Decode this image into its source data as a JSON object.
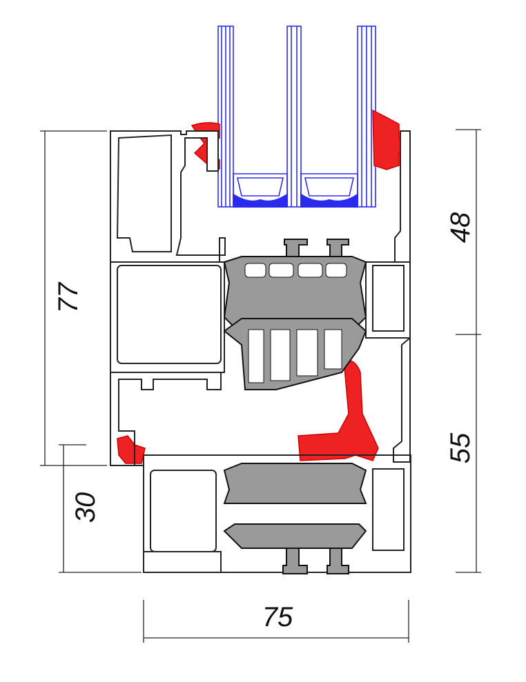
{
  "dimensions": {
    "overall_height_left": "77",
    "frame_height_left": "30",
    "upper_height_right": "48",
    "lower_height_right": "55",
    "overall_width": "75"
  },
  "colors": {
    "outline": "#222222",
    "glass": "#2b2bf0",
    "gasket": "#ee2222",
    "thermal_break": "#9a9a9a"
  }
}
